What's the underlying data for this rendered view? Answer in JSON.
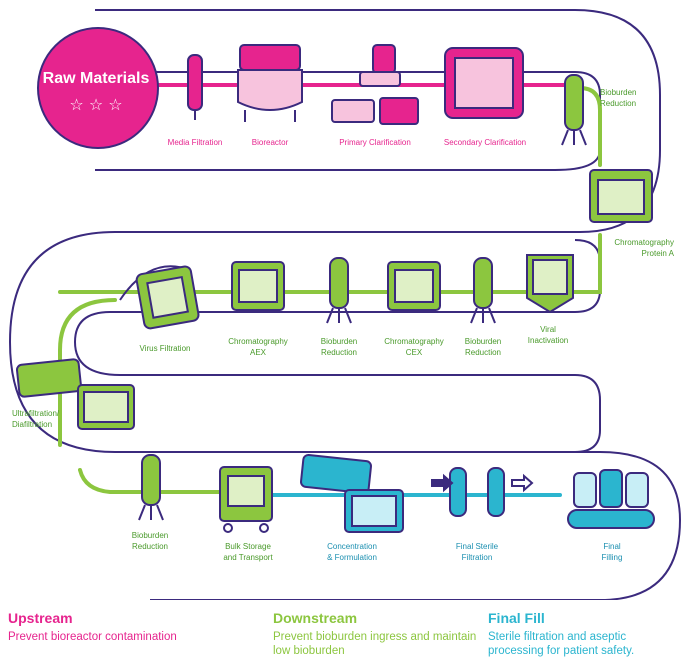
{
  "colors": {
    "upstream": "#e6248e",
    "downstream": "#8cc63f",
    "final_fill": "#2bb5cf",
    "outline": "#3b2a7e",
    "label_pink": "#e6248e",
    "label_green": "#4a9a2b",
    "label_blue": "#1b8fb0"
  },
  "start": {
    "label": "Raw Materials",
    "stars": "☆ ☆ ☆"
  },
  "steps": {
    "media_filtration": "Media Filtration",
    "bioreactor": "Bioreactor",
    "primary_clarification": "Primary Clarification",
    "secondary_clarification": "Secondary Clarification",
    "bioburden_reduction_1": [
      "Bioburden",
      "Reduction"
    ],
    "chromatography_protein_a": [
      "Chromatography",
      "Protein A"
    ],
    "viral_inactivation": [
      "Viral",
      "Inactivation"
    ],
    "bioburden_reduction_2": [
      "Bioburden",
      "Reduction"
    ],
    "chromatography_cex": [
      "Chromatography",
      "CEX"
    ],
    "bioburden_reduction_3": [
      "Bioburden",
      "Reduction"
    ],
    "chromatography_aex": [
      "Chromatography",
      "AEX"
    ],
    "virus_filtration": "Virus Filtration",
    "ultrafiltration": [
      "Ultrafiltration/",
      "Diafiltration"
    ],
    "bioburden_reduction_4": [
      "Bioburden",
      "Reduction"
    ],
    "bulk_storage": [
      "Bulk Storage",
      "and Transport"
    ],
    "concentration": [
      "Concentration",
      "& Formulation"
    ],
    "final_sterile": [
      "Final Sterile",
      "Filtration"
    ],
    "final_filling": [
      "Final",
      "Filling"
    ]
  },
  "legend": {
    "upstream": {
      "title": "Upstream",
      "text": "Prevent bioreactor contamination"
    },
    "downstream": {
      "title": "Downstream",
      "text": "Prevent bioburden ingress and maintain low bioburden"
    },
    "final_fill": {
      "title": "Final Fill",
      "text": "Sterile filtration and aseptic processing for patient safety."
    }
  }
}
